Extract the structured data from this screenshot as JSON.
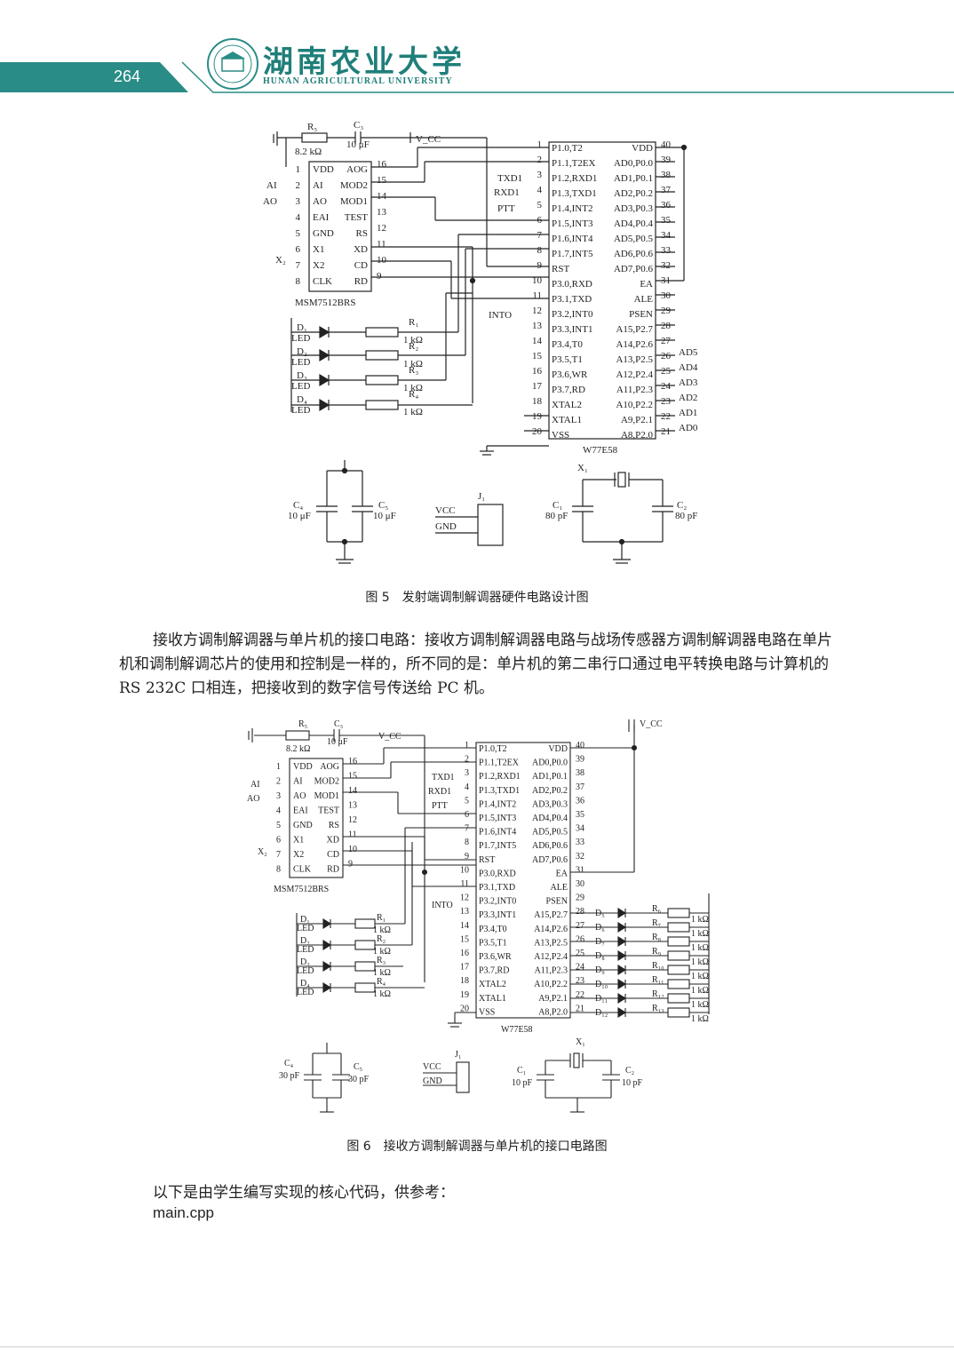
{
  "header": {
    "page_number": "264",
    "university_cn": "湖南农业大学",
    "university_en": "HUNAN AGRICULTURAL UNIVERSITY",
    "accent_color": "#2a8c86"
  },
  "figure5": {
    "caption": "图 5　发射端调制解调器硬件电路设计图",
    "labels": {
      "r5": "R₅",
      "r5_val": "8.2 kΩ",
      "c3": "C₃",
      "c3_val": "10 μF",
      "vcc": "V_CC",
      "modem_chip": "MSM7512BRS",
      "mcu_chip": "W77E58",
      "ai": "AI",
      "ao": "AO",
      "txd1": "TXD1",
      "rxd1": "RXD1",
      "ptt": "PTT",
      "into": "INTO",
      "x2": "X₂",
      "c4": "C₄",
      "c4_val": "10 μF",
      "c5": "C₅",
      "c5_val": "10 μF",
      "vcc_conn": "VCC",
      "gnd_conn": "GND",
      "j1": "J₁",
      "c1": "C₁",
      "c1_val": "80 pF",
      "c2": "C₂",
      "c2_val": "80 pF",
      "x1": "X₁"
    },
    "modem_pins_left": [
      {
        "n": "1",
        "name": "VDD"
      },
      {
        "n": "2",
        "name": "AI"
      },
      {
        "n": "3",
        "name": "AO"
      },
      {
        "n": "4",
        "name": "EAI"
      },
      {
        "n": "5",
        "name": "GND"
      },
      {
        "n": "6",
        "name": "X1"
      },
      {
        "n": "7",
        "name": "X2"
      },
      {
        "n": "8",
        "name": "CLK"
      }
    ],
    "modem_pins_right": [
      {
        "n": "16",
        "name": "AOG"
      },
      {
        "n": "15",
        "name": "MOD2"
      },
      {
        "n": "14",
        "name": "MOD1"
      },
      {
        "n": "13",
        "name": "TEST"
      },
      {
        "n": "12",
        "name": "RS"
      },
      {
        "n": "11",
        "name": "XD"
      },
      {
        "n": "10",
        "name": "CD"
      },
      {
        "n": "9",
        "name": "RD"
      }
    ],
    "mcu_pins_left": [
      {
        "n": "1",
        "name": "P1.0,T2"
      },
      {
        "n": "2",
        "name": "P1.1,T2EX"
      },
      {
        "n": "3",
        "name": "P1.2,RXD1"
      },
      {
        "n": "4",
        "name": "P1.3,TXD1"
      },
      {
        "n": "5",
        "name": "P1.4,INT2"
      },
      {
        "n": "6",
        "name": "P1.5,INT3"
      },
      {
        "n": "7",
        "name": "P1.6,INT4"
      },
      {
        "n": "8",
        "name": "P1.7,INT5"
      },
      {
        "n": "9",
        "name": "RST"
      },
      {
        "n": "10",
        "name": "P3.0,RXD"
      },
      {
        "n": "11",
        "name": "P3.1,TXD"
      },
      {
        "n": "12",
        "name": "P3.2,INT0"
      },
      {
        "n": "13",
        "name": "P3.3,INT1"
      },
      {
        "n": "14",
        "name": "P3.4,T0"
      },
      {
        "n": "15",
        "name": "P3.5,T1"
      },
      {
        "n": "16",
        "name": "P3.6,WR"
      },
      {
        "n": "17",
        "name": "P3.7,RD"
      },
      {
        "n": "18",
        "name": "XTAL2"
      },
      {
        "n": "19",
        "name": "XTAL1"
      },
      {
        "n": "20",
        "name": "VSS"
      }
    ],
    "mcu_pins_right": [
      {
        "n": "40",
        "name": "VDD"
      },
      {
        "n": "39",
        "name": "AD0,P0.0"
      },
      {
        "n": "38",
        "name": "AD1,P0.1"
      },
      {
        "n": "37",
        "name": "AD2,P0.2"
      },
      {
        "n": "36",
        "name": "AD3,P0.3"
      },
      {
        "n": "35",
        "name": "AD4,P0.4"
      },
      {
        "n": "34",
        "name": "AD5,P0.5"
      },
      {
        "n": "33",
        "name": "AD6,P0.6"
      },
      {
        "n": "32",
        "name": "AD7,P0.6"
      },
      {
        "n": "31",
        "name": "EA"
      },
      {
        "n": "30",
        "name": "ALE"
      },
      {
        "n": "29",
        "name": "PSEN"
      },
      {
        "n": "28",
        "name": "A15,P2.7"
      },
      {
        "n": "27",
        "name": "A14,P2.6"
      },
      {
        "n": "26",
        "name": "A13,P2.5"
      },
      {
        "n": "25",
        "name": "A12,P2.4"
      },
      {
        "n": "24",
        "name": "A11,P2.3"
      },
      {
        "n": "23",
        "name": "A10,P2.2"
      },
      {
        "n": "22",
        "name": "A9,P2.1"
      },
      {
        "n": "21",
        "name": "A8,P2.0"
      }
    ],
    "ad_labels": [
      "AD5",
      "AD4",
      "AD3",
      "AD2",
      "AD1",
      "AD0"
    ],
    "leds": [
      {
        "d": "D₁",
        "r": "R₁",
        "val": "1 kΩ"
      },
      {
        "d": "D₂",
        "r": "R₂",
        "val": "1 kΩ"
      },
      {
        "d": "D₃",
        "r": "R₃",
        "val": "1 kΩ"
      },
      {
        "d": "D₄",
        "r": "R₄",
        "val": "1 kΩ"
      }
    ],
    "led_word": "LED",
    "xtal_labels": [
      "X₁",
      "X₂"
    ]
  },
  "paragraph1": "接收方调制解调器与单片机的接口电路：接收方调制解调器电路与战场传感器方调制解调器电路在单片机和调制解调芯片的使用和控制是一样的，所不同的是：单片机的第二串行口通过电平转换电路与计算机的 RS 232C 口相连，把接收到的数字信号传送给 PC 机。",
  "figure6": {
    "caption": "图 6　接收方调制解调器与单片机的接口电路图",
    "labels": {
      "c4_val": "30 pF",
      "c5_val": "30 pF",
      "c1_val": "10 pF",
      "c2_val": "10 pF"
    },
    "right_leds": [
      {
        "d": "D₅",
        "r": "R₆"
      },
      {
        "d": "D₆",
        "r": "R₇"
      },
      {
        "d": "D₇",
        "r": "R₈"
      },
      {
        "d": "D₈",
        "r": "R₉"
      },
      {
        "d": "D₉",
        "r": "R₁₀"
      },
      {
        "d": "D₁₀",
        "r": "R₁₁"
      },
      {
        "d": "D₁₁",
        "r": "R₁₂"
      },
      {
        "d": "D₁₂",
        "r": "R₁₃"
      }
    ],
    "right_led_val": "1 kΩ"
  },
  "line_intro": "以下是由学生编写实现的核心代码，供参考：",
  "code_filename": "main.cpp"
}
